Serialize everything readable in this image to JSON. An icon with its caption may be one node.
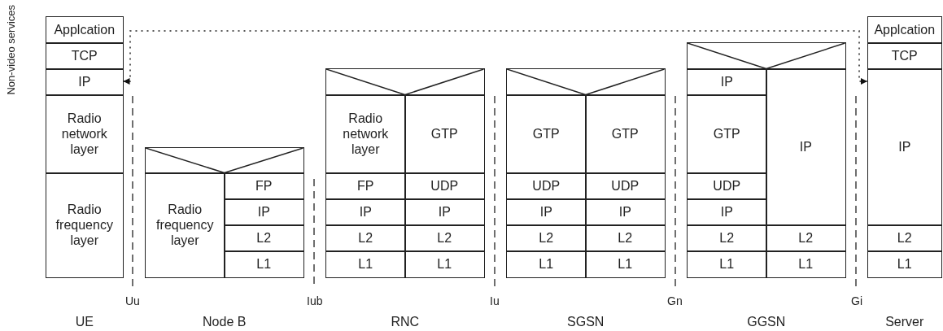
{
  "diagram": {
    "nodes": [
      {
        "text": [
          "UE"
        ]
      },
      {
        "text": [
          "Applcation"
        ],
        "in": 0
      },
      {
        "text": [
          "TCP"
        ],
        "in": 0
      },
      {
        "text": [
          "IP"
        ],
        "in": 0
      },
      {
        "text": [
          "Radio network layer"
        ],
        "in": 0
      },
      {
        "text": [
          "Radio frequency layer"
        ],
        "in": 0
      },
      {
        "text": [
          "Node B"
        ]
      },
      {
        "text": [],
        "shape": "box",
        "in": 6
      },
      {
        "text": [
          "Radio frequency layer"
        ],
        "in": 6
      },
      {
        "text": [
          "FP"
        ],
        "in": 6
      },
      {
        "text": [
          "IP"
        ],
        "in": 6
      },
      {
        "text": [
          "L2"
        ],
        "in": 6
      },
      {
        "text": [
          "L1"
        ],
        "in": 6
      },
      {
        "text": [
          "RNC"
        ]
      },
      {
        "text": [],
        "shape": "box",
        "in": 13
      },
      {
        "text": [
          "Radio network layer"
        ],
        "in": 13
      },
      {
        "text": [
          "GTP"
        ],
        "in": 13
      },
      {
        "text": [
          "FP"
        ],
        "in": 13
      },
      {
        "text": [
          "UDP"
        ],
        "in": 13
      },
      {
        "text": [
          "IP"
        ],
        "in": 13
      },
      {
        "text": [
          "IP"
        ],
        "in": 13
      },
      {
        "text": [
          "L2"
        ],
        "in": 13
      },
      {
        "text": [
          "L2"
        ],
        "in": 13
      },
      {
        "text": [
          "L1"
        ],
        "in": 13
      },
      {
        "text": [
          "L1"
        ],
        "in": 13
      },
      {
        "text": [
          "SGSN"
        ]
      },
      {
        "text": [],
        "shape": "box",
        "in": 25
      },
      {
        "text": [
          "GTP"
        ],
        "in": 25
      },
      {
        "text": [
          "GTP"
        ],
        "in": 25
      },
      {
        "text": [
          "UDP"
        ],
        "in": 25
      },
      {
        "text": [
          "UDP"
        ],
        "in": 25
      },
      {
        "text": [
          "IP"
        ],
        "in": 25
      },
      {
        "text": [
          "IP"
        ],
        "in": 25
      },
      {
        "text": [
          "L2"
        ],
        "in": 25
      },
      {
        "text": [
          "L2"
        ],
        "in": 25
      },
      {
        "text": [
          "L1"
        ],
        "in": 25
      },
      {
        "text": [
          "L1"
        ],
        "in": 25
      },
      {
        "text": [
          "GGSN"
        ]
      },
      {
        "text": [],
        "shape": "box",
        "in": 37
      },
      {
        "text": [
          "IP"
        ],
        "in": 37
      },
      {
        "text": [
          "IP"
        ],
        "in": 37
      },
      {
        "text": [
          "GTP"
        ],
        "in": 37
      },
      {
        "text": [
          "UDP"
        ],
        "in": 37
      },
      {
        "text": [
          "IP"
        ],
        "in": 37
      },
      {
        "text": [
          "L2"
        ],
        "in": 37
      },
      {
        "text": [
          "L2"
        ],
        "in": 37
      },
      {
        "text": [
          "L1"
        ],
        "in": 37
      },
      {
        "text": [
          "L1"
        ],
        "in": 37
      },
      {
        "text": [
          "Server"
        ]
      },
      {
        "text": [
          "Applcation"
        ],
        "in": 48
      },
      {
        "text": [
          "TCP"
        ],
        "in": 48
      },
      {
        "text": [
          "IP"
        ],
        "in": 48
      },
      {
        "text": [
          "L2"
        ],
        "in": 48
      },
      {
        "text": [
          "L1"
        ],
        "in": 48
      }
    ],
    "edges": [
      {
        "from": 3,
        "to": 51,
        "arrow": "both",
        "style": "dashed"
      }
    ],
    "labels": [
      "Non-video services",
      "Uu",
      "Iub",
      "Iu",
      "Gn",
      "Gi"
    ]
  }
}
